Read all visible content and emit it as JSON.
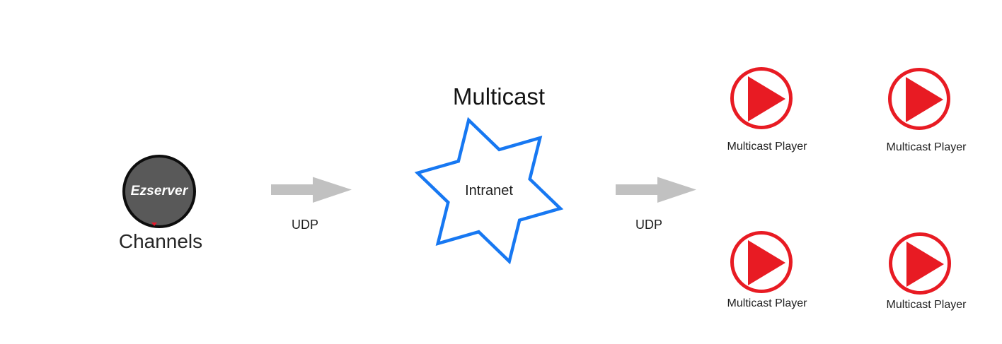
{
  "title": "Multicast",
  "source": {
    "node_label": "Ezserver",
    "caption": "Channels"
  },
  "link_left": {
    "label": "UDP"
  },
  "network": {
    "node_label": "Intranet"
  },
  "link_right": {
    "label": "UDP"
  },
  "players": [
    {
      "label": "Multicast Player"
    },
    {
      "label": "Multicast Player"
    },
    {
      "label": "Multicast Player"
    },
    {
      "label": "Multicast Player"
    }
  ],
  "colors": {
    "source_node_fill": "#595959",
    "source_node_border": "#0d0d0d",
    "arrow_gray": "#C1C1C1",
    "star_blue": "#1778F2",
    "player_red": "#E81B23",
    "text": "#1f1f1f",
    "background": "#ffffff"
  }
}
